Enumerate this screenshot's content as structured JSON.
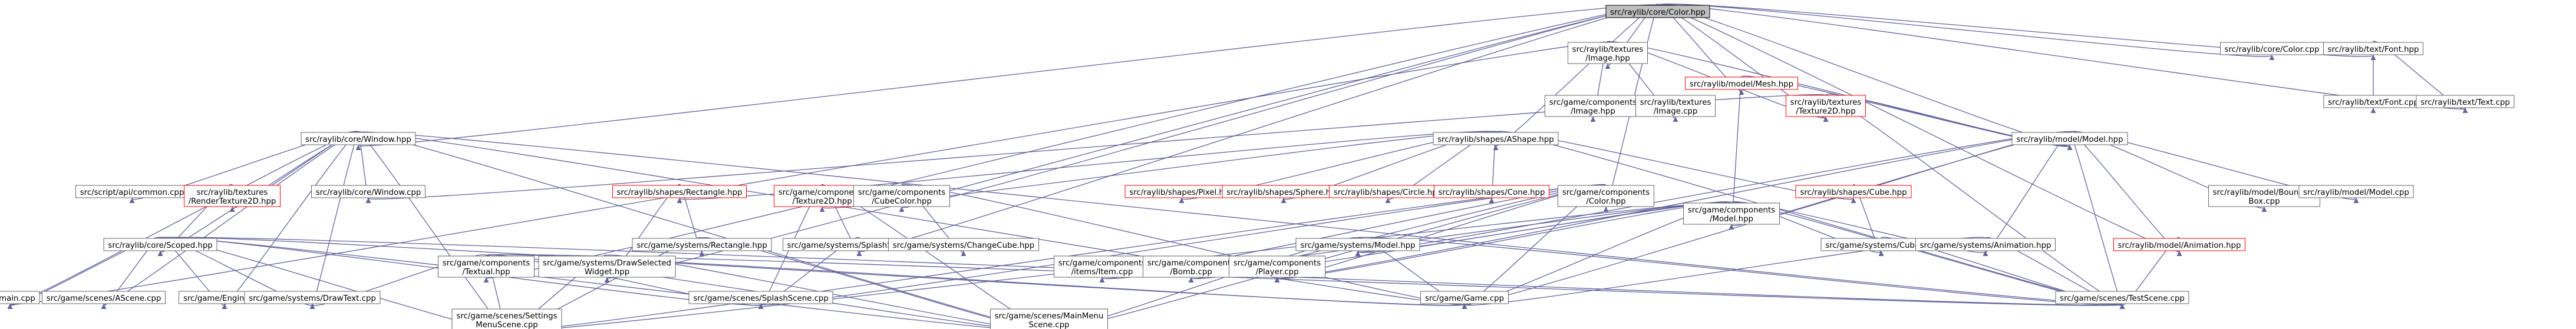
{
  "graph": {
    "title": "",
    "nodes": [
      {
        "id": "n0",
        "label": [
          "src/raylib/core/Color.hpp"
        ],
        "style": "root"
      },
      {
        "id": "n1",
        "label": [
          "src/raylib/textures",
          "/Image.hpp"
        ],
        "style": "normal"
      },
      {
        "id": "n2",
        "label": [
          "src/raylib/core/Color.cpp"
        ],
        "style": "normal"
      },
      {
        "id": "n3",
        "label": [
          "src/raylib/text/Font.hpp"
        ],
        "style": "normal"
      },
      {
        "id": "n4",
        "label": [
          "src/game/components",
          "/Image.hpp"
        ],
        "style": "normal"
      },
      {
        "id": "n5",
        "label": [
          "src/raylib/textures",
          "/Image.cpp"
        ],
        "style": "normal"
      },
      {
        "id": "n6",
        "label": [
          "src/raylib/model/Mesh.hpp"
        ],
        "style": "red"
      },
      {
        "id": "n7",
        "label": [
          "src/raylib/textures",
          "/Texture2D.hpp"
        ],
        "style": "red"
      },
      {
        "id": "n8",
        "label": [
          "src/raylib/text/Font.cpp"
        ],
        "style": "normal"
      },
      {
        "id": "n9",
        "label": [
          "src/raylib/text/Text.cpp"
        ],
        "style": "normal"
      },
      {
        "id": "n10",
        "label": [
          "src/raylib/core/Window.hpp"
        ],
        "style": "normal"
      },
      {
        "id": "n11",
        "label": [
          "src/raylib/shapes/AShape.hpp"
        ],
        "style": "normal"
      },
      {
        "id": "n12",
        "label": [
          "src/raylib/model/Model.hpp"
        ],
        "style": "normal"
      },
      {
        "id": "n13",
        "label": [
          "src/script/api/common.cpp"
        ],
        "style": "normal"
      },
      {
        "id": "n14",
        "label": [
          "src/raylib/textures",
          "/RenderTexture2D.hpp"
        ],
        "style": "red"
      },
      {
        "id": "n15",
        "label": [
          "src/raylib/core/Window.cpp"
        ],
        "style": "normal"
      },
      {
        "id": "n16",
        "label": [
          "src/raylib/shapes/Rectangle.hpp"
        ],
        "style": "red"
      },
      {
        "id": "n17",
        "label": [
          "src/game/components",
          "/Texture2D.hpp"
        ],
        "style": "red"
      },
      {
        "id": "n18",
        "label": [
          "src/game/components",
          "/CubeColor.hpp"
        ],
        "style": "normal"
      },
      {
        "id": "n19",
        "label": [
          "src/raylib/shapes/Pixel.hpp"
        ],
        "style": "red"
      },
      {
        "id": "n20",
        "label": [
          "src/raylib/shapes/Sphere.hpp"
        ],
        "style": "red"
      },
      {
        "id": "n21",
        "label": [
          "src/raylib/shapes/Circle.hpp"
        ],
        "style": "red"
      },
      {
        "id": "n22",
        "label": [
          "src/raylib/shapes/Cone.hpp"
        ],
        "style": "red"
      },
      {
        "id": "n23",
        "label": [
          "src/game/components",
          "/Color.hpp"
        ],
        "style": "normal"
      },
      {
        "id": "n24",
        "label": [
          "src/game/components",
          "/Model.hpp"
        ],
        "style": "normal"
      },
      {
        "id": "n25",
        "label": [
          "src/raylib/shapes/Cube.hpp"
        ],
        "style": "red"
      },
      {
        "id": "n26",
        "label": [
          "src/raylib/model/Bounding",
          "Box.cpp"
        ],
        "style": "normal"
      },
      {
        "id": "n27",
        "label": [
          "src/raylib/model/Model.cpp"
        ],
        "style": "normal"
      },
      {
        "id": "n28",
        "label": [
          "src/raylib/core/Scoped.hpp"
        ],
        "style": "normal"
      },
      {
        "id": "n29",
        "label": [
          "src/game/components",
          "/Textual.hpp"
        ],
        "style": "normal"
      },
      {
        "id": "n30",
        "label": [
          "src/game/systems/DrawSelected",
          "Widget.hpp"
        ],
        "style": "normal"
      },
      {
        "id": "n31",
        "label": [
          "src/game/systems/Rectangle.hpp"
        ],
        "style": "normal"
      },
      {
        "id": "n32",
        "label": [
          "src/game/systems/SplashScreen.hpp"
        ],
        "style": "normal"
      },
      {
        "id": "n33",
        "label": [
          "src/game/systems/ChangeCube.hpp"
        ],
        "style": "normal"
      },
      {
        "id": "n34",
        "label": [
          "src/game/components",
          "/items/Item.cpp"
        ],
        "style": "normal"
      },
      {
        "id": "n35",
        "label": [
          "src/game/components",
          "/Bomb.cpp"
        ],
        "style": "normal"
      },
      {
        "id": "n36",
        "label": [
          "src/game/components",
          "/Player.cpp"
        ],
        "style": "normal"
      },
      {
        "id": "n37",
        "label": [
          "src/game/systems/Model.hpp"
        ],
        "style": "normal"
      },
      {
        "id": "n38",
        "label": [
          "src/game/systems/Cube.hpp"
        ],
        "style": "normal"
      },
      {
        "id": "n39",
        "label": [
          "src/game/systems/Animation.hpp"
        ],
        "style": "normal"
      },
      {
        "id": "n40",
        "label": [
          "src/raylib/model/Animation.hpp"
        ],
        "style": "red"
      },
      {
        "id": "n41",
        "label": [
          "src/main.cpp"
        ],
        "style": "normal"
      },
      {
        "id": "n42",
        "label": [
          "src/game/scenes/AScene.cpp"
        ],
        "style": "normal"
      },
      {
        "id": "n43",
        "label": [
          "src/game/Engine.cpp"
        ],
        "style": "normal"
      },
      {
        "id": "n44",
        "label": [
          "src/game/systems/DrawText.cpp"
        ],
        "style": "normal"
      },
      {
        "id": "n45",
        "label": [
          "src/game/scenes/Settings",
          "MenuScene.cpp"
        ],
        "style": "normal"
      },
      {
        "id": "n46",
        "label": [
          "src/game/scenes/SplashScene.cpp"
        ],
        "style": "normal"
      },
      {
        "id": "n47",
        "label": [
          "src/game/scenes/MainMenu",
          "Scene.cpp"
        ],
        "style": "normal"
      },
      {
        "id": "n48",
        "label": [
          "src/game/Game.cpp"
        ],
        "style": "normal"
      },
      {
        "id": "n49",
        "label": [
          "src/game/scenes/TestScene.cpp"
        ],
        "style": "normal"
      }
    ],
    "edges": [
      [
        "n0",
        "n1"
      ],
      [
        "n0",
        "n2"
      ],
      [
        "n0",
        "n3"
      ],
      [
        "n0",
        "n6"
      ],
      [
        "n0",
        "n7"
      ],
      [
        "n0",
        "n9"
      ],
      [
        "n0",
        "n10"
      ],
      [
        "n0",
        "n11"
      ],
      [
        "n0",
        "n12"
      ],
      [
        "n0",
        "n18"
      ],
      [
        "n0",
        "n23"
      ],
      [
        "n0",
        "n29"
      ],
      [
        "n0",
        "n30"
      ],
      [
        "n0",
        "n32"
      ],
      [
        "n0",
        "n40"
      ],
      [
        "n1",
        "n4"
      ],
      [
        "n1",
        "n5"
      ],
      [
        "n1",
        "n7"
      ],
      [
        "n1",
        "n12"
      ],
      [
        "n1",
        "n41"
      ],
      [
        "n3",
        "n8"
      ],
      [
        "n3",
        "n9"
      ],
      [
        "n6",
        "n12"
      ],
      [
        "n6",
        "n24"
      ],
      [
        "n7",
        "n12"
      ],
      [
        "n7",
        "n15"
      ],
      [
        "n7",
        "n49"
      ],
      [
        "n10",
        "n13"
      ],
      [
        "n10",
        "n14"
      ],
      [
        "n10",
        "n15"
      ],
      [
        "n10",
        "n28"
      ],
      [
        "n10",
        "n41"
      ],
      [
        "n10",
        "n42"
      ],
      [
        "n10",
        "n43"
      ],
      [
        "n10",
        "n44"
      ],
      [
        "n10",
        "n45"
      ],
      [
        "n10",
        "n47"
      ],
      [
        "n10",
        "n48"
      ],
      [
        "n10",
        "n49"
      ],
      [
        "n11",
        "n16"
      ],
      [
        "n11",
        "n17"
      ],
      [
        "n11",
        "n19"
      ],
      [
        "n11",
        "n20"
      ],
      [
        "n11",
        "n21"
      ],
      [
        "n11",
        "n22"
      ],
      [
        "n11",
        "n25"
      ],
      [
        "n11",
        "n49"
      ],
      [
        "n12",
        "n24"
      ],
      [
        "n12",
        "n26"
      ],
      [
        "n12",
        "n27"
      ],
      [
        "n12",
        "n36"
      ],
      [
        "n12",
        "n37"
      ],
      [
        "n12",
        "n39"
      ],
      [
        "n12",
        "n40"
      ],
      [
        "n12",
        "n48"
      ],
      [
        "n12",
        "n49"
      ],
      [
        "n14",
        "n28"
      ],
      [
        "n16",
        "n30"
      ],
      [
        "n16",
        "n31"
      ],
      [
        "n17",
        "n32"
      ],
      [
        "n17",
        "n46"
      ],
      [
        "n17",
        "n47"
      ],
      [
        "n18",
        "n33"
      ],
      [
        "n18",
        "n48"
      ],
      [
        "n23",
        "n34"
      ],
      [
        "n23",
        "n35"
      ],
      [
        "n23",
        "n36"
      ],
      [
        "n23",
        "n45"
      ],
      [
        "n23",
        "n46"
      ],
      [
        "n23",
        "n47"
      ],
      [
        "n23",
        "n48"
      ],
      [
        "n24",
        "n34"
      ],
      [
        "n24",
        "n35"
      ],
      [
        "n24",
        "n36"
      ],
      [
        "n24",
        "n37"
      ],
      [
        "n24",
        "n38"
      ],
      [
        "n24",
        "n39"
      ],
      [
        "n24",
        "n45"
      ],
      [
        "n24",
        "n48"
      ],
      [
        "n24",
        "n49"
      ],
      [
        "n25",
        "n38"
      ],
      [
        "n28",
        "n41"
      ],
      [
        "n28",
        "n42"
      ],
      [
        "n28",
        "n43"
      ],
      [
        "n28",
        "n44"
      ],
      [
        "n28",
        "n45"
      ],
      [
        "n28",
        "n46"
      ],
      [
        "n28",
        "n47"
      ],
      [
        "n28",
        "n48"
      ],
      [
        "n28",
        "n49"
      ],
      [
        "n29",
        "n44"
      ],
      [
        "n29",
        "n45"
      ],
      [
        "n29",
        "n46"
      ],
      [
        "n29",
        "n47"
      ],
      [
        "n29",
        "n48"
      ],
      [
        "n29",
        "n49"
      ],
      [
        "n30",
        "n45"
      ],
      [
        "n30",
        "n47"
      ],
      [
        "n31",
        "n45"
      ],
      [
        "n31",
        "n47"
      ],
      [
        "n32",
        "n46"
      ],
      [
        "n37",
        "n47"
      ],
      [
        "n37",
        "n48"
      ],
      [
        "n37",
        "n49"
      ],
      [
        "n38",
        "n49"
      ],
      [
        "n39",
        "n48"
      ],
      [
        "n39",
        "n49"
      ],
      [
        "n40",
        "n49"
      ]
    ]
  }
}
